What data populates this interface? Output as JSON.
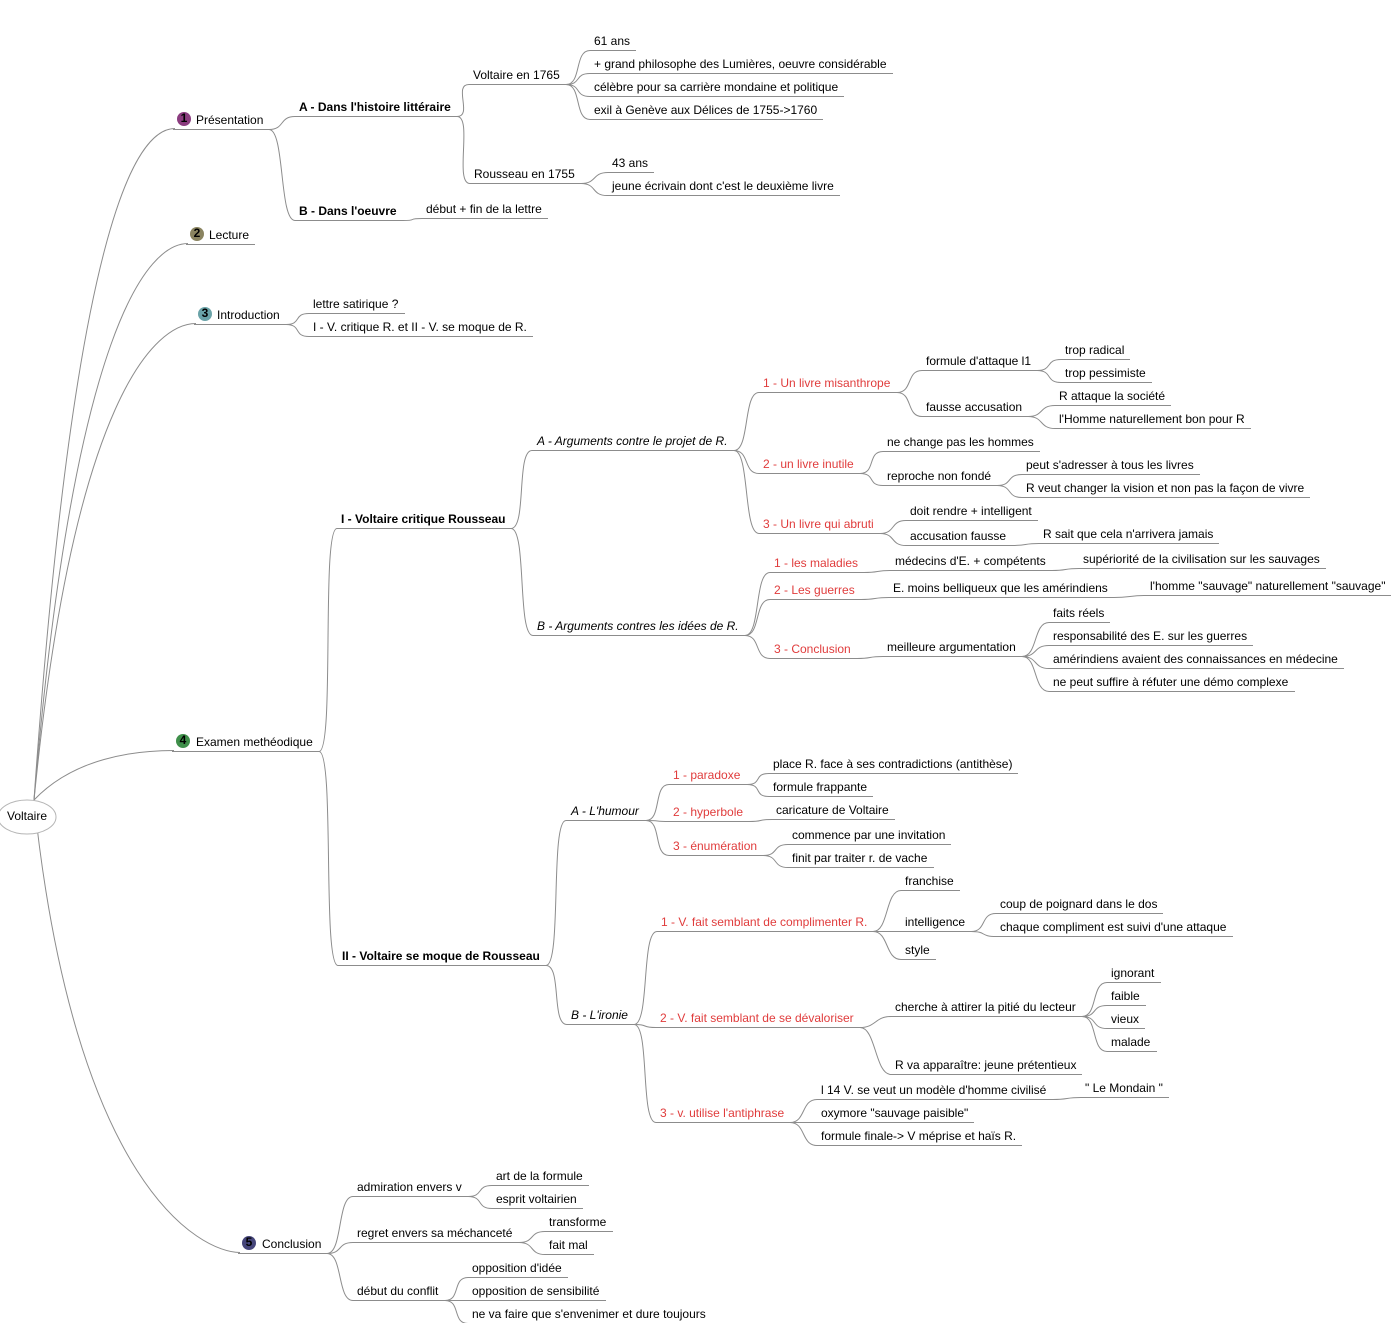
{
  "colors": {
    "line": "#8c8c8c",
    "text": "#000000",
    "red_text": "#e03c3c",
    "root_text": "#8f8f8f",
    "badge_1": "#8b3c7f",
    "badge_2": "#8a8460",
    "badge_3": "#6aa3a8",
    "badge_4": "#3f8f4a",
    "badge_5": "#45457a"
  },
  "root": {
    "label": "Voltaire"
  },
  "branches": {
    "b1": {
      "num": "1",
      "label": "Présentation"
    },
    "b2": {
      "num": "2",
      "label": "Lecture"
    },
    "b3": {
      "num": "3",
      "label": "Introduction"
    },
    "b4": {
      "num": "4",
      "label": "Examen methéodique"
    },
    "b5": {
      "num": "5",
      "label": "Conclusion"
    }
  },
  "presentation": {
    "a": "A - Dans l'histoire littéraire",
    "v1765": "Voltaire en 1765",
    "v_age": "61 ans",
    "v_phil": "+ grand philosophe des Lumières, oeuvre considérable",
    "v_celebre": "célèbre pour sa carrière mondaine et politique",
    "v_exil": "exil à Genève aux Délices de 1755->1760",
    "r1755": "Rousseau en 1755",
    "r_age": "43 ans",
    "r_jeune": "jeune écrivain dont c'est le deuxième livre",
    "b": "B - Dans l'oeuvre",
    "b_debut": "début + fin de la lettre"
  },
  "intro": {
    "satirique": "lettre satirique ?",
    "plan": "I - V. critique R. et II - V. se moque de R."
  },
  "examen": {
    "p1": "I - Voltaire critique Rousseau",
    "p1a": "A - Arguments contre le projet de R.",
    "misan": "1 - Un livre misanthrope",
    "formule": "formule d'attaque l1",
    "radical": "trop radical",
    "pessimiste": "trop pessimiste",
    "fausse": "fausse accusation",
    "r_attaque": "R attaque la société",
    "homme_bon": "l'Homme naturellement bon pour R",
    "inutile": "2 - un livre inutile",
    "change": "ne change pas les hommes",
    "reproche": "reproche non fondé",
    "peut_tous": "peut s'adresser à tous les livres",
    "r_veut": "R veut changer la vision et non pas la façon de vivre",
    "abruti": "3 - Un livre qui abruti",
    "doit": "doit rendre + intelligent",
    "accusation": "accusation fausse",
    "r_sait": "R sait que cela n'arrivera jamais",
    "p1b": "B - Arguments contres les idées de R.",
    "maladies": "1 - les maladies",
    "medecins": "médecins d'E. + compétents",
    "superiorite": "supériorité de la civilisation sur les sauvages",
    "guerres": "2 - Les guerres",
    "belliqueux": "E. moins belliqueux que les amérindiens",
    "sauvage": "l'homme \"sauvage\" naturellement \"sauvage\"",
    "conclusion3": "3 - Conclusion",
    "meilleure": "meilleure argumentation",
    "faits": "faits réels",
    "responsabilite": "responsabilité des E. sur les guerres",
    "amerindiens": "amérindiens avaient des connaissances en médecine",
    "suffire": "ne peut suffire à réfuter une démo complexe",
    "p2": "II - Voltaire se moque de Rousseau",
    "p2a": "A - L'humour",
    "paradoxe": "1 - paradoxe",
    "place": "place R. face à ses contradictions (antithèse)",
    "frappante": "formule frappante",
    "hyperbole": "2 - hyperbole",
    "caricature": "caricature de Voltaire",
    "enumeration": "3 - énumération",
    "commence": "commence par une invitation",
    "finit": "finit par traiter r. de vache",
    "p2b": "B - L'ironie",
    "compliment": "1 - V. fait semblant de complimenter R.",
    "franchise": "franchise",
    "intelligence": "intelligence",
    "coup": "coup de poignard dans le dos",
    "chaque": "chaque compliment est suivi d'une attaque",
    "style": "style",
    "devaloriser": "2 - V. fait semblant de se dévaloriser",
    "pitie": "cherche à attirer la pitié du lecteur",
    "ignorant": "ignorant",
    "faible": "faible",
    "vieux": "vieux",
    "malade": "malade",
    "r_va": "R va apparaître: jeune prétentieux",
    "antiphrase": "3 - v. utilise l'antiphrase",
    "l14": "l 14 V. se veut un modèle d'homme civilisé",
    "mondain": "\" Le Mondain \"",
    "oxymore": "oxymore \"sauvage paisible\"",
    "finale": "formule finale-> V méprise et haïs R."
  },
  "conclusion": {
    "admiration": "admiration envers v",
    "art": "art de la formule",
    "esprit": "esprit voltairien",
    "regret": "regret envers sa méchanceté",
    "transforme": "transforme",
    "fait_mal": "fait mal",
    "debut": "début du conflit",
    "opp_idee": "opposition d'idée",
    "opp_sens": "opposition de sensibilité",
    "envenimer": "ne va faire que s'envenimer et dure toujours"
  }
}
